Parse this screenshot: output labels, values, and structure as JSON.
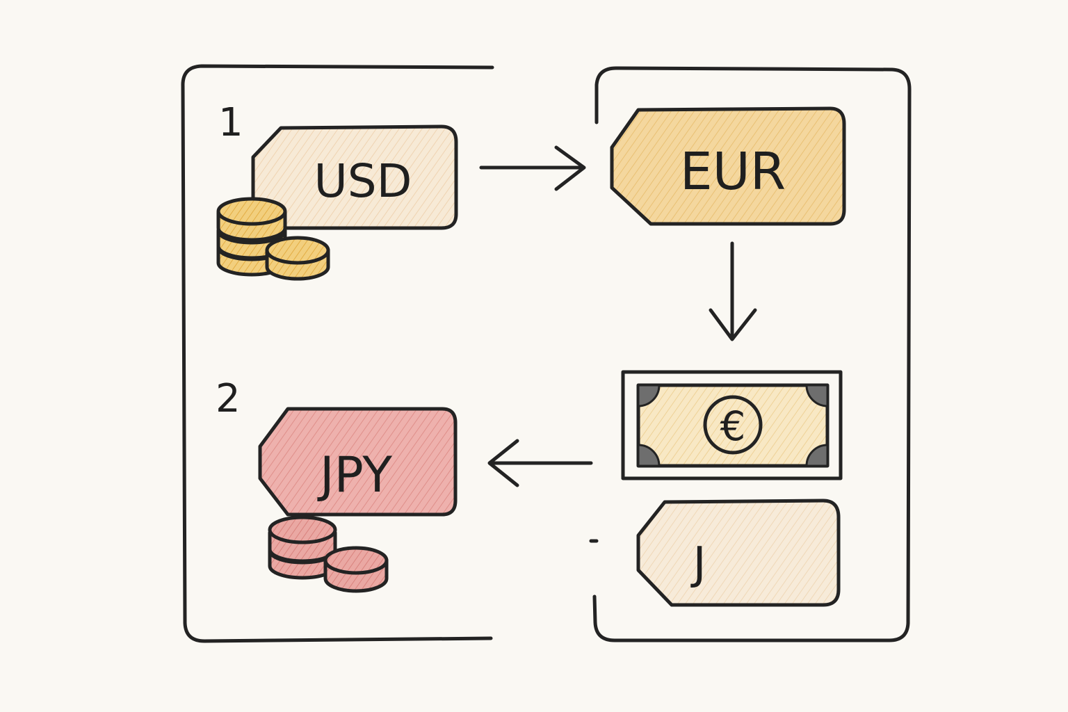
{
  "steps": {
    "first": "1",
    "second": "2"
  },
  "tags": {
    "usd": "USD",
    "eur": "EUR",
    "jpy": "JPY",
    "j": "J"
  },
  "banknote": {
    "symbol": "€"
  },
  "colors": {
    "background": "#faf8f3",
    "ink": "#232323",
    "usd_tag": "#f7ead6",
    "eur_tag": "#f4d79e",
    "jpy_tag": "#eeb1ad",
    "j_tag": "#f6e8d4",
    "gold_coin": "#efc46a",
    "red_coin": "#e39a95",
    "banknote": "#f7e3b6"
  }
}
